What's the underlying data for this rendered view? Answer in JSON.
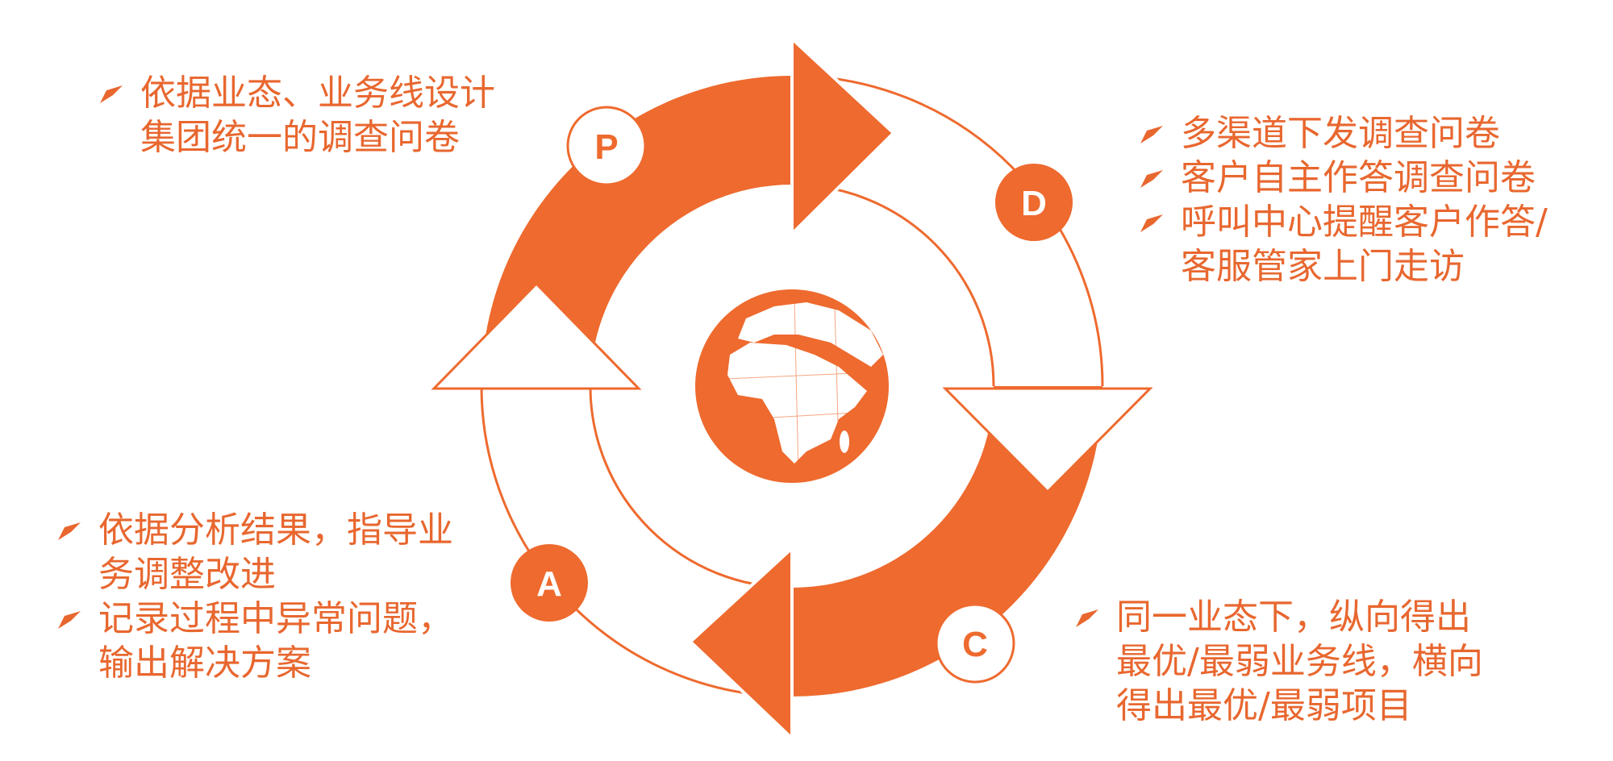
{
  "colors": {
    "accent": "#EE6A2E",
    "text": "#E8672F",
    "background": "#FFFFFF"
  },
  "center": {
    "icon": "globe-icon"
  },
  "plan": {
    "letter": "P",
    "items": [
      [
        "依据业态、业务线设计",
        "集团统一的调查问卷"
      ]
    ]
  },
  "do": {
    "letter": "D",
    "items": [
      [
        "多渠道下发调查问卷"
      ],
      [
        "客户自主作答调查问卷"
      ],
      [
        "呼叫中心提醒客户作答/",
        "客服管家上门走访"
      ]
    ]
  },
  "check": {
    "letter": "C",
    "items": [
      [
        "同一业态下，纵向得出",
        "最优/最弱业务线，横向",
        "得出最优/最弱项目"
      ]
    ]
  },
  "act": {
    "letter": "A",
    "items": [
      [
        "依据分析结果，指导业",
        "务调整改进"
      ],
      [
        "记录过程中异常问题，",
        "输出解决方案"
      ]
    ]
  }
}
